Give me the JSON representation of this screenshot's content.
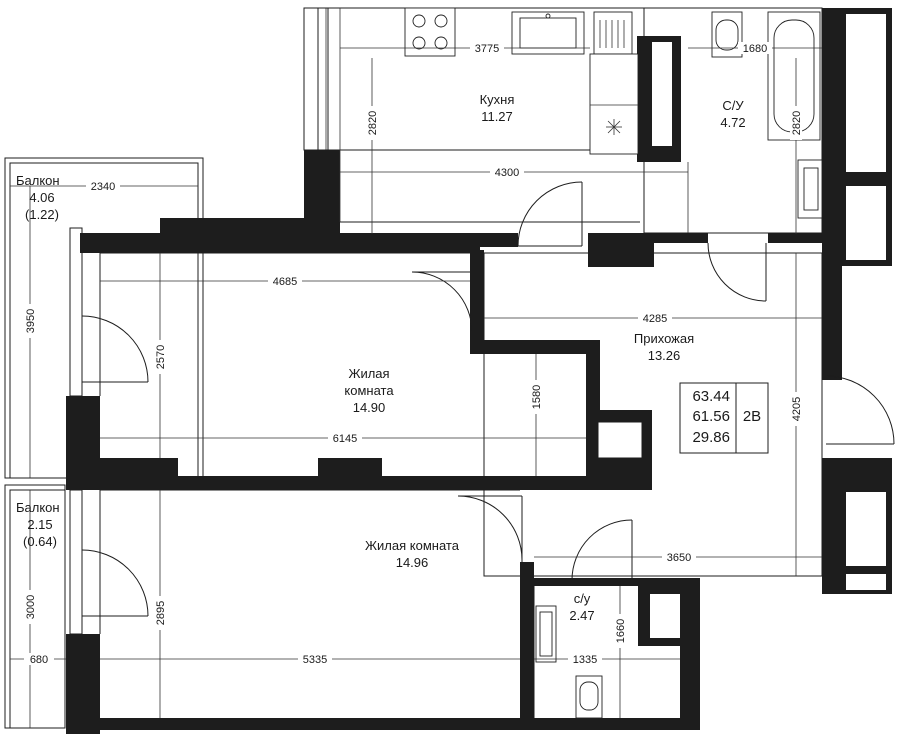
{
  "rooms": {
    "kitchen": {
      "name": "Кухня",
      "area": "11.27"
    },
    "bathroom": {
      "name": "С/У",
      "area": "4.72"
    },
    "balcony1": {
      "name": "Балкон",
      "area": "4.06",
      "reduced": "(1.22)"
    },
    "hall": {
      "name": "Прихожая",
      "area": "13.26"
    },
    "living1": {
      "name_line1": "Жилая",
      "name_line2": "комната",
      "area": "14.90"
    },
    "balcony2": {
      "name": "Балкон",
      "area": "2.15",
      "reduced": "(0.64)"
    },
    "living2": {
      "name": "Жилая комната",
      "area": "14.96"
    },
    "wc": {
      "name": "с/у",
      "area": "2.47"
    }
  },
  "dimensions": {
    "kitchen_width_top": "3775",
    "kitchen_height": "2820",
    "kitchen_width": "4300",
    "bath_width": "1680",
    "bath_height": "2820",
    "balcony1_width": "2340",
    "balcony1_height": "3950",
    "living1_width_top": "4685",
    "living1_height": "2570",
    "living1_width": "6145",
    "living1_niche": "1580",
    "hall_width": "4285",
    "hall_height": "4205",
    "hall_lower_width": "3650",
    "balcony2_height": "3000",
    "balcony2_width": "680",
    "living2_height": "2895",
    "living2_width": "5335",
    "wc_width": "1335",
    "wc_height": "1660"
  },
  "totals": {
    "total_area": "63.44",
    "area_no_balcony": "61.56",
    "living_area": "29.86",
    "type": "2В"
  }
}
